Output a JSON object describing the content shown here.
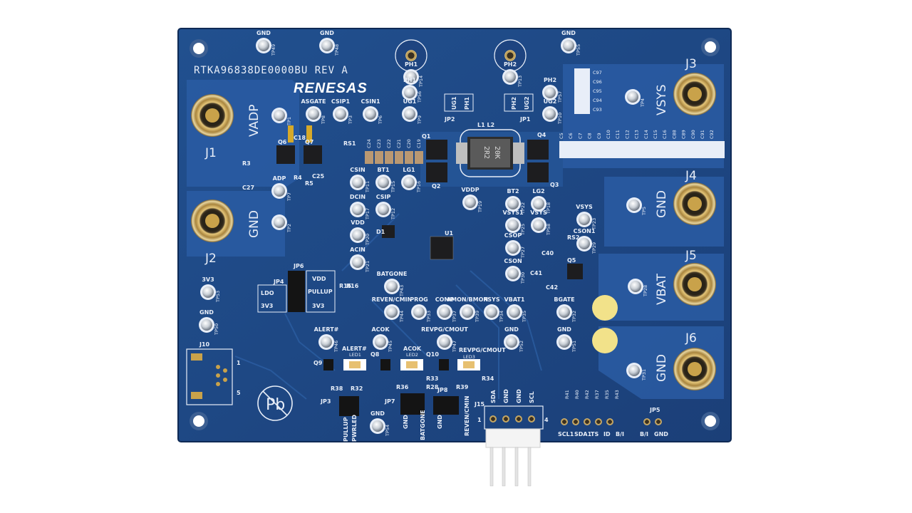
{
  "board": {
    "part_number": "RTKA96838DE0000BU REV A",
    "brand": "RENESAS",
    "colors": {
      "pcb": "#1f4683",
      "pcb_light": "#2a5a9e",
      "copper_pour": "#2c63a8",
      "silkscreen": "#e8eef8",
      "gold": "#c9a24a",
      "chip": "#1d1d1f",
      "yellow_pad": "#f2e28a"
    }
  },
  "connectors": {
    "j1": {
      "ref": "J1",
      "net": "VADP"
    },
    "j2": {
      "ref": "J2",
      "net": "GND"
    },
    "j3": {
      "ref": "J3",
      "net": "VSYS"
    },
    "j4": {
      "ref": "J4",
      "net": "GND"
    },
    "j5": {
      "ref": "J5",
      "net": "VBAT"
    },
    "j6": {
      "ref": "J6",
      "net": "GND"
    },
    "j10": {
      "ref": "J10",
      "pin1": "1",
      "pin5": "5"
    },
    "j15": {
      "ref": "J15",
      "pins": [
        "SDA",
        "GND",
        "GND",
        "SCL"
      ],
      "pin1": "1",
      "pin4": "4",
      "side": "REVEN/CMIN"
    }
  },
  "inductors": {
    "labels": "L1 L2",
    "marking_1": "2R2",
    "marking_2": "20K"
  },
  "jumpers": {
    "jp1": "JP1",
    "jp2": "JP2",
    "jp3": "JP3",
    "jp4": "JP4",
    "jp5": "JP5",
    "jp6": "JP6",
    "jp7": "JP7",
    "jp8": "JP8",
    "jp4_options": [
      "LDO",
      "3V3"
    ],
    "jp6_options": [
      "VDD",
      "PULLUP",
      "3V3"
    ],
    "jp3_options": [
      "PULLUP",
      "PWRLED"
    ],
    "jp7_options": [
      "GND",
      "BATGONE"
    ],
    "jp8_option": "GND",
    "jp5_options": [
      "B/I",
      "GND"
    ],
    "jp2_nets": [
      "UG1",
      "PH1"
    ],
    "jp1_nets": [
      "PH2",
      "UG2"
    ]
  },
  "header_bottom": {
    "pins": [
      "SCL1",
      "SDA1",
      "TS",
      "ID",
      "B/I"
    ]
  },
  "leds": [
    {
      "ref": "LED1",
      "net": "ALERT#",
      "fet": "Q9"
    },
    {
      "ref": "LED2",
      "net": "ACOK",
      "fet": "Q8"
    },
    {
      "ref": "LED3",
      "net": "REVPG/CMOUT",
      "fet": "Q10"
    }
  ],
  "test_points": [
    {
      "net": "GND",
      "ref": "TP49"
    },
    {
      "net": "GND",
      "ref": "TP48"
    },
    {
      "net": "PH1",
      "ref": "TP14"
    },
    {
      "net": "PH2",
      "ref": "TP13"
    },
    {
      "net": "GND",
      "ref": "TP55"
    },
    {
      "net": "ASGATE",
      "ref": "TP8"
    },
    {
      "net": "CSIP1",
      "ref": "TP3"
    },
    {
      "net": "CSIN1",
      "ref": "TP6"
    },
    {
      "net": "PH1",
      "ref": "TP56"
    },
    {
      "net": "UG1",
      "ref": "TP9"
    },
    {
      "net": "PH2",
      "ref": "TP57"
    },
    {
      "net": "UG2",
      "ref": "TP10"
    },
    {
      "net": "",
      "ref": "TP1"
    },
    {
      "net": "",
      "ref": "TP4"
    },
    {
      "net": "ADP",
      "ref": "TP7"
    },
    {
      "net": "",
      "ref": "TP2"
    },
    {
      "net": "CSIN",
      "ref": "TP11"
    },
    {
      "net": "BT1",
      "ref": "TP15"
    },
    {
      "net": "LG1",
      "ref": "TP16"
    },
    {
      "net": "DCIN",
      "ref": "TP17"
    },
    {
      "net": "CSIP",
      "ref": "TP12"
    },
    {
      "net": "VDD",
      "ref": "TP20"
    },
    {
      "net": "ACIN",
      "ref": "TP21"
    },
    {
      "net": "VDDP",
      "ref": "TP19"
    },
    {
      "net": "BT2",
      "ref": "TP22"
    },
    {
      "net": "LG2",
      "ref": "TP18"
    },
    {
      "net": "VSYS1",
      "ref": "TP25"
    },
    {
      "net": "VSYS",
      "ref": "TP58"
    },
    {
      "net": "VSYS",
      "ref": "TP23"
    },
    {
      "net": "CSON1",
      "ref": "TP29"
    },
    {
      "net": "CSOP",
      "ref": "TP27"
    },
    {
      "net": "CSON",
      "ref": "TP30"
    },
    {
      "net": "",
      "ref": "TP5"
    },
    {
      "net": "",
      "ref": "TP28"
    },
    {
      "net": "BATGONE",
      "ref": "TP43"
    },
    {
      "net": "REVEN/CMIN",
      "ref": "TP44"
    },
    {
      "net": "PROG",
      "ref": "TP33"
    },
    {
      "net": "COMP",
      "ref": "TP37"
    },
    {
      "net": "AMON/BMON",
      "ref": "TP39"
    },
    {
      "net": "PSYS",
      "ref": "TP34"
    },
    {
      "net": "VBAT1",
      "ref": "TP35"
    },
    {
      "net": "BGATE",
      "ref": "TP32"
    },
    {
      "net": "3V3",
      "ref": "TP53"
    },
    {
      "net": "GND",
      "ref": "TP50"
    },
    {
      "net": "ALERT#",
      "ref": "TP46"
    },
    {
      "net": "ACOK",
      "ref": "TP45"
    },
    {
      "net": "REVPG/CMOUT",
      "ref": "TP47"
    },
    {
      "net": "GND",
      "ref": "TP52"
    },
    {
      "net": "GND",
      "ref": "TP51"
    },
    {
      "net": "",
      "ref": "TP31"
    },
    {
      "net": "GND",
      "ref": "TP54"
    }
  ],
  "components": {
    "fets": [
      "Q1",
      "Q2",
      "Q3",
      "Q4",
      "Q5",
      "Q6",
      "Q7"
    ],
    "ic": "U1",
    "diode": "D1",
    "sense_resistor": "RS1",
    "sense_resistor_2": "RS2",
    "caps_top": [
      "C5",
      "C6",
      "C7",
      "C8",
      "C9",
      "C10",
      "C11",
      "C12",
      "C13",
      "C14",
      "C15",
      "C16",
      "C88",
      "C89",
      "C90",
      "C91",
      "C92"
    ],
    "caps_vsys": [
      "C97",
      "C96",
      "C95",
      "C94",
      "C93"
    ],
    "caps_input": [
      "C24",
      "C23",
      "C22",
      "C21",
      "C20",
      "C19"
    ],
    "misc_labels": [
      "C18",
      "R3",
      "R4",
      "R5",
      "C25",
      "C27",
      "C40",
      "C41",
      "C42",
      "R15",
      "R16",
      "R32",
      "R38",
      "R33",
      "R28",
      "R36",
      "R34",
      "R39"
    ],
    "resistors_bottom": [
      "R41",
      "R40",
      "R42",
      "R37",
      "R35",
      "R43"
    ]
  }
}
